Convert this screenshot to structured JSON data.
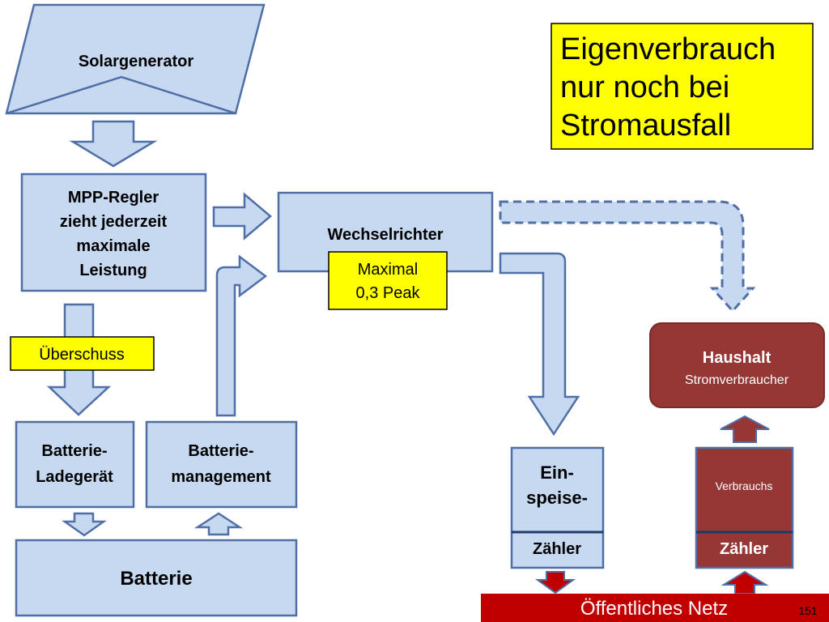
{
  "slide": {
    "callout": {
      "line1": "Eigenverbrauch",
      "line2": "nur noch bei",
      "line3": "Stromausfall"
    },
    "page_number": "151"
  },
  "nodes": {
    "solargenerator": "Solargenerator",
    "mpp": {
      "line1": "MPP-Regler",
      "line2": "zieht jederzeit",
      "line3": "maximale",
      "line4": "Leistung"
    },
    "wechselrichter": "Wechselrichter",
    "maximal": {
      "line1": "Maximal",
      "line2": "0,3 Peak"
    },
    "ueberschuss": "Überschuss",
    "ladegeraet": {
      "line1": "Batterie-",
      "line2": "Ladegerät"
    },
    "management": {
      "line1": "Batterie-",
      "line2": "management"
    },
    "batterie": "Batterie",
    "haushalt": {
      "title": "Haushalt",
      "subtitle": "Stromverbraucher"
    },
    "einspeise": {
      "line1": "Ein-",
      "line2": "speise-",
      "zaehler": "Zähler"
    },
    "verbrauchs": {
      "label": "Verbrauchs",
      "zaehler": "Zähler"
    },
    "netz": "Öffentliches Netz"
  },
  "colors": {
    "box_fill": "#c6d9f1",
    "box_stroke": "#4f6fa6",
    "arrow_fill": "#c6d9f1",
    "yellow": "#ffff00",
    "dark_red": "#953735",
    "red": "#c00000"
  }
}
